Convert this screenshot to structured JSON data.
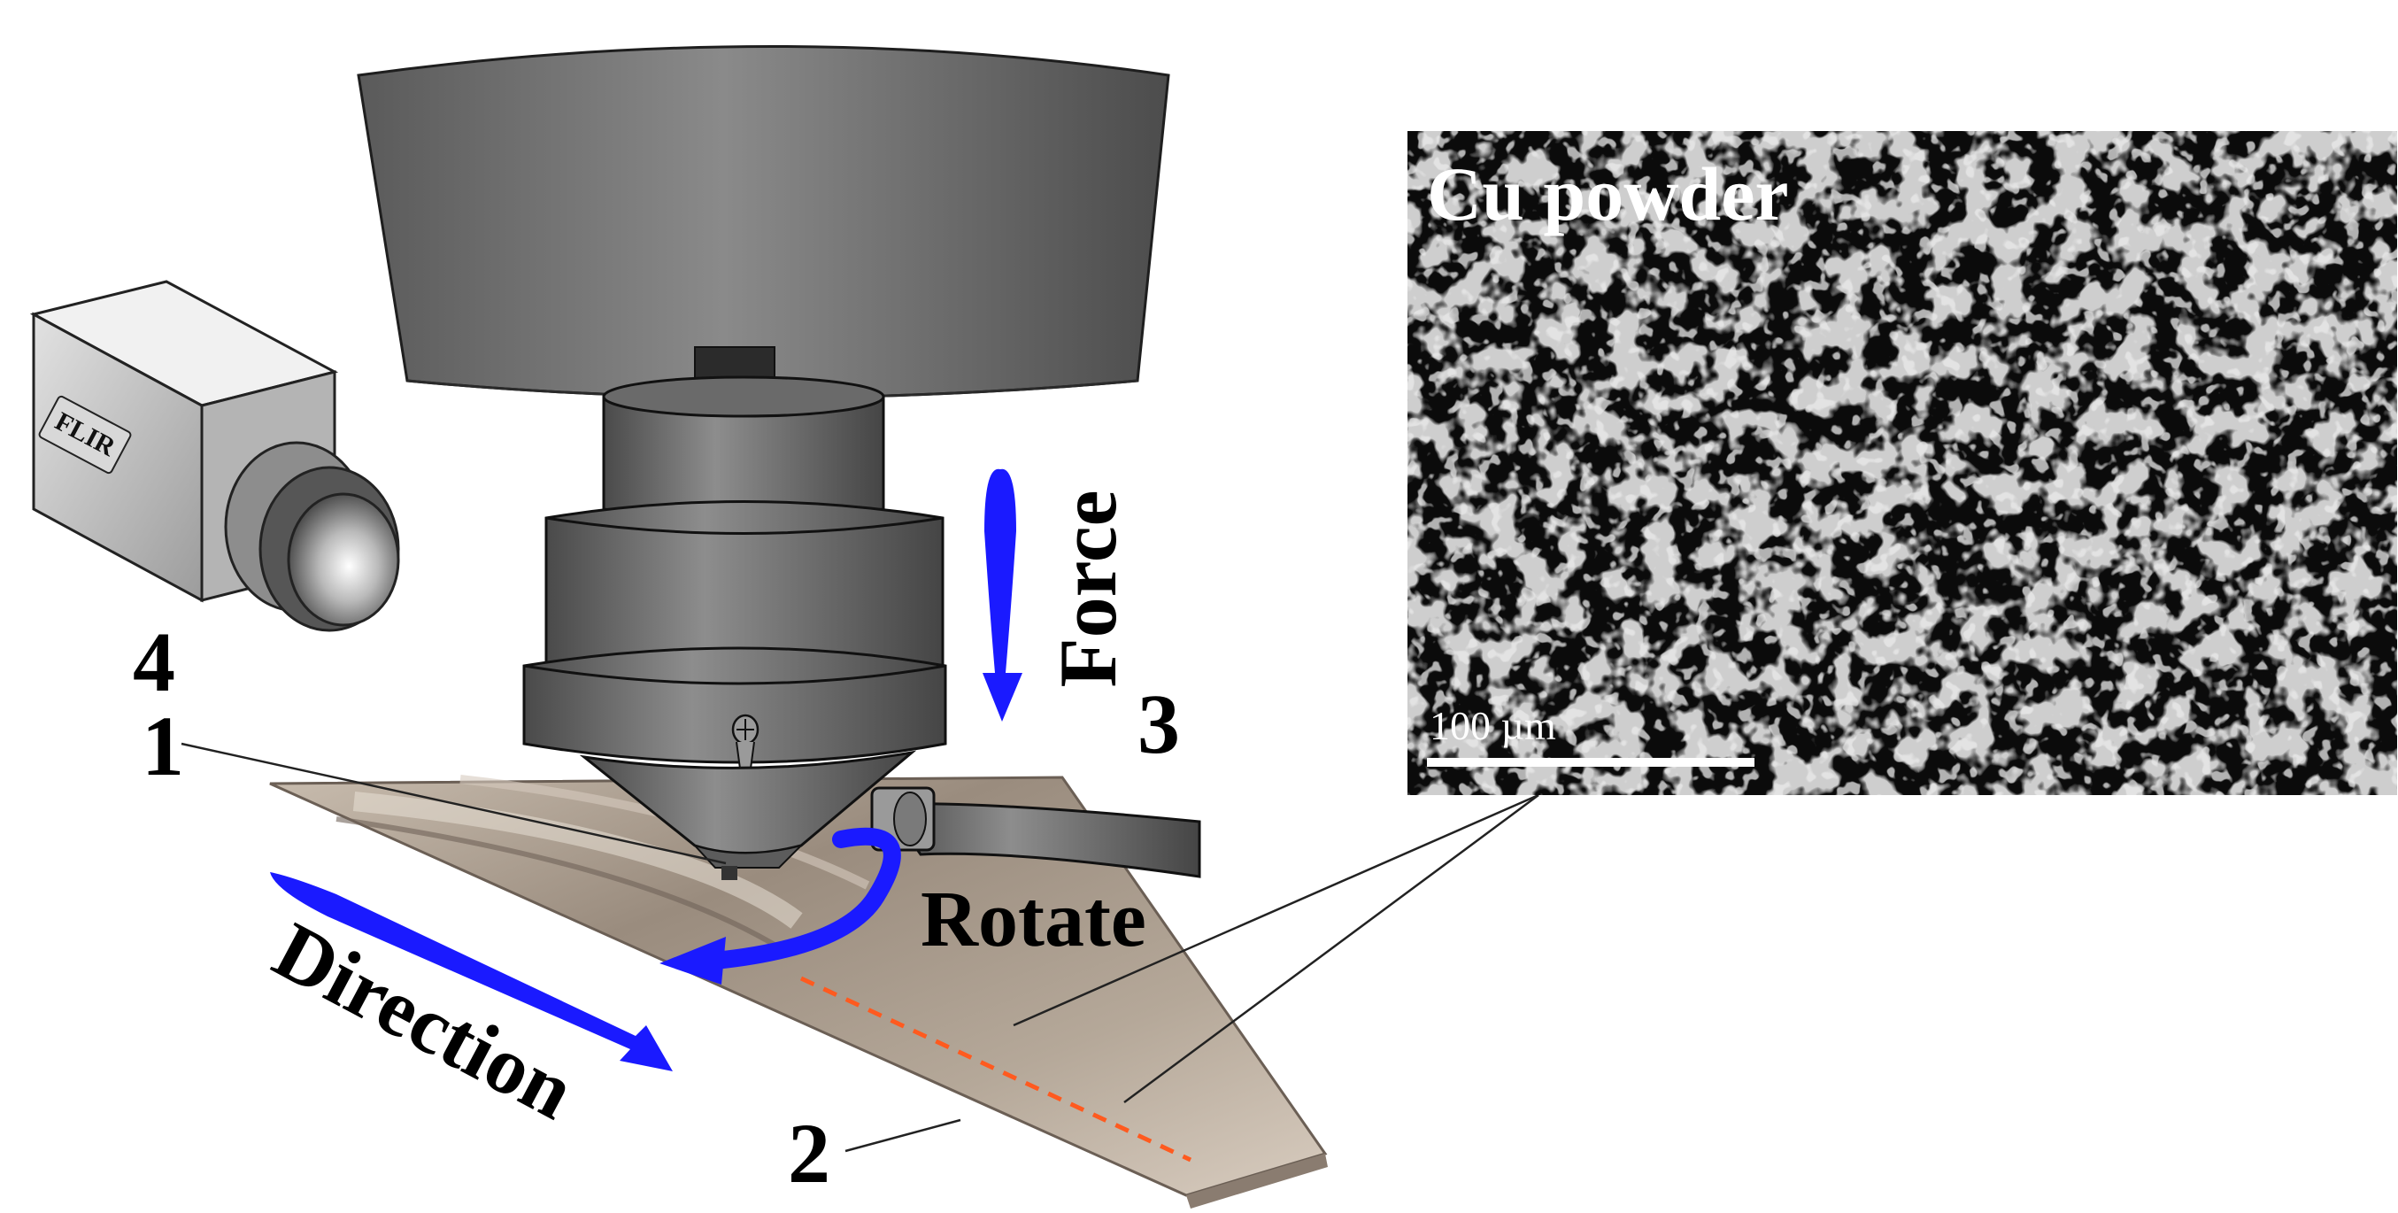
{
  "labels": {
    "num_1": "1",
    "num_2": "2",
    "num_3": "3",
    "num_4": "4",
    "force": "Force",
    "rotate": "Rotate",
    "direction": "Direction",
    "camera_brand": "FLIR"
  },
  "micrograph": {
    "title": "Cu powder",
    "scale_bar": "100 µm"
  },
  "colors": {
    "arrow_blue": "#1a1aff",
    "tool_gray": "#6f6f6f",
    "seam_orange": "#ff5a1f",
    "plate_tan": "#a8988a"
  }
}
